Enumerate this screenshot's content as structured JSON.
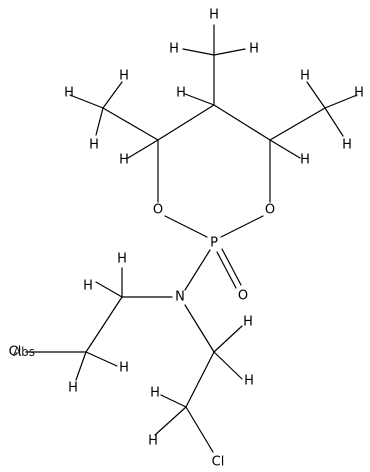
{
  "atom_labels": {
    "H": "H",
    "O": "O",
    "P": "P",
    "N": "N",
    "Cl": "Cl"
  },
  "overlay": {
    "abs": "Abs"
  }
}
